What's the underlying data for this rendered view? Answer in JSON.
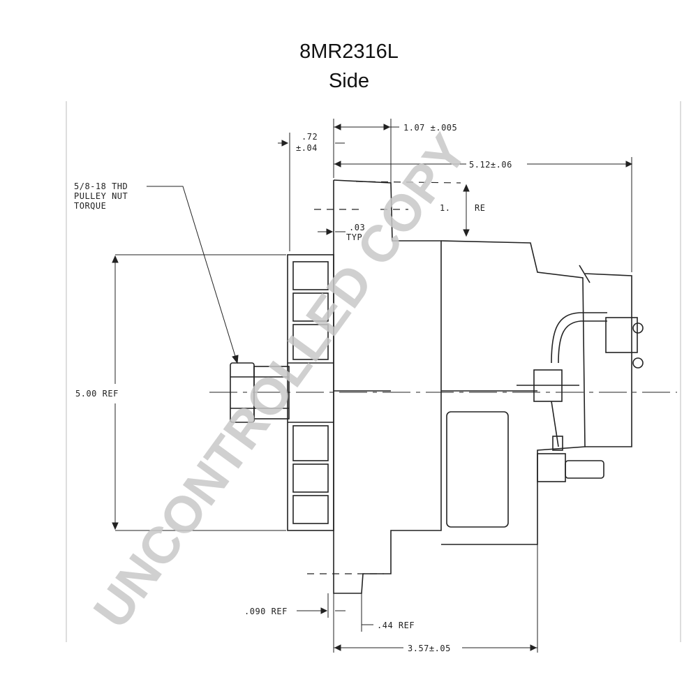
{
  "title": "8MR2316L",
  "subtitle": "Side",
  "watermark": "UNCONTROLLED COPY",
  "dimensions": {
    "d_072": ".72",
    "d_072_tol": "±.04",
    "d_107": "1.07 ±.005",
    "d_512": "5.12±.06",
    "d_1xx": "1.",
    "d_1xx_suffix": "RE",
    "d_003": ".03",
    "d_003_typ": "TYP",
    "d_500": "5.00 REF",
    "d_090": ".090 REF",
    "d_044": ".44 REF",
    "d_357": "3.57±.05"
  },
  "callout": {
    "line1": "5/8-18 THD",
    "line2": "PULLEY NUT",
    "line3": "TORQUE"
  }
}
